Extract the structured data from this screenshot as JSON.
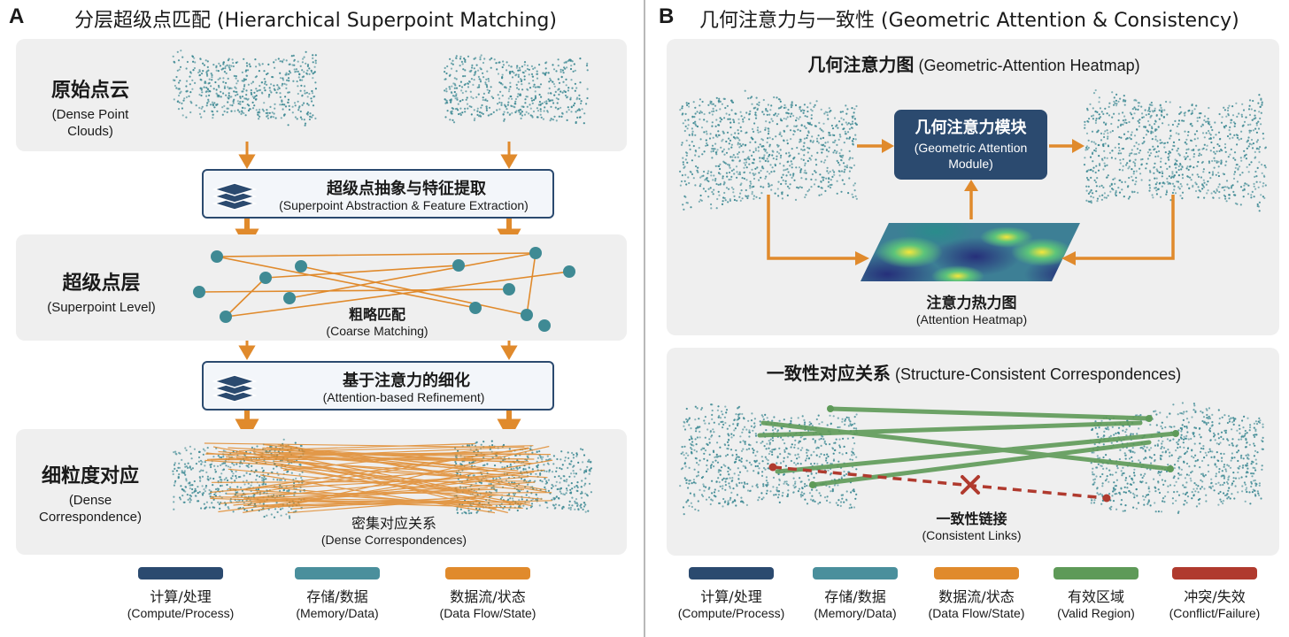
{
  "colors": {
    "compute": "#2b4a6f",
    "memory": "#4a8f9c",
    "flow": "#e08a2c",
    "valid": "#5e9a58",
    "conflict": "#b03a2e",
    "panel_bg": "#efefef"
  },
  "panel_a": {
    "letter": "A",
    "title": "分层超级点匹配 (Hierarchical Superpoint Matching)",
    "raw": {
      "zh": "原始点云",
      "en": "(Dense Point Clouds)"
    },
    "abstraction": {
      "zh": "超级点抽象与特征提取",
      "en": "(Superpoint Abstraction & Feature Extraction)",
      "icon": "layers-icon"
    },
    "superpoint": {
      "zh": "超级点层",
      "en": "(Superpoint Level)"
    },
    "coarse": {
      "zh": "粗略匹配",
      "en": "(Coarse Matching)"
    },
    "refinement": {
      "zh": "基于注意力的细化",
      "en": "(Attention-based Refinement)",
      "icon": "layers-icon"
    },
    "dense": {
      "zh": "细粒度对应",
      "en": "(Dense Correspondence)"
    },
    "dense_corr": {
      "zh": "密集对应关系",
      "en": "(Dense Correspondences)"
    },
    "legend": [
      {
        "zh": "计算/处理",
        "en": "(Compute/Process)",
        "color": "#2b4a6f"
      },
      {
        "zh": "存储/数据",
        "en": "(Memory/Data)",
        "color": "#4a8f9c"
      },
      {
        "zh": "数据流/状态",
        "en": "(Data Flow/State)",
        "color": "#e08a2c"
      }
    ]
  },
  "panel_b": {
    "letter": "B",
    "title": "几何注意力与一致性 (Geometric Attention & Consistency)",
    "heatmap_section": {
      "zh": "几何注意力图",
      "en": "(Geometric-Attention Heatmap)"
    },
    "module": {
      "zh": "几何注意力模块",
      "en": "(Geometric Attention Module)"
    },
    "heatmap": {
      "zh": "注意力热力图",
      "en": "(Attention Heatmap)"
    },
    "consistency_section": {
      "zh": "一致性对应关系",
      "en": "(Structure-Consistent Correspondences)"
    },
    "links": {
      "zh": "一致性链接",
      "en": "(Consistent Links)"
    },
    "legend": [
      {
        "zh": "计算/处理",
        "en": "(Compute/Process)",
        "color": "#2b4a6f"
      },
      {
        "zh": "存储/数据",
        "en": "(Memory/Data)",
        "color": "#4a8f9c"
      },
      {
        "zh": "数据流/状态",
        "en": "(Data Flow/State)",
        "color": "#e08a2c"
      },
      {
        "zh": "有效区域",
        "en": "(Valid Region)",
        "color": "#5e9a58"
      },
      {
        "zh": "冲突/失效",
        "en": "(Conflict/Failure)",
        "color": "#b03a2e"
      }
    ]
  }
}
